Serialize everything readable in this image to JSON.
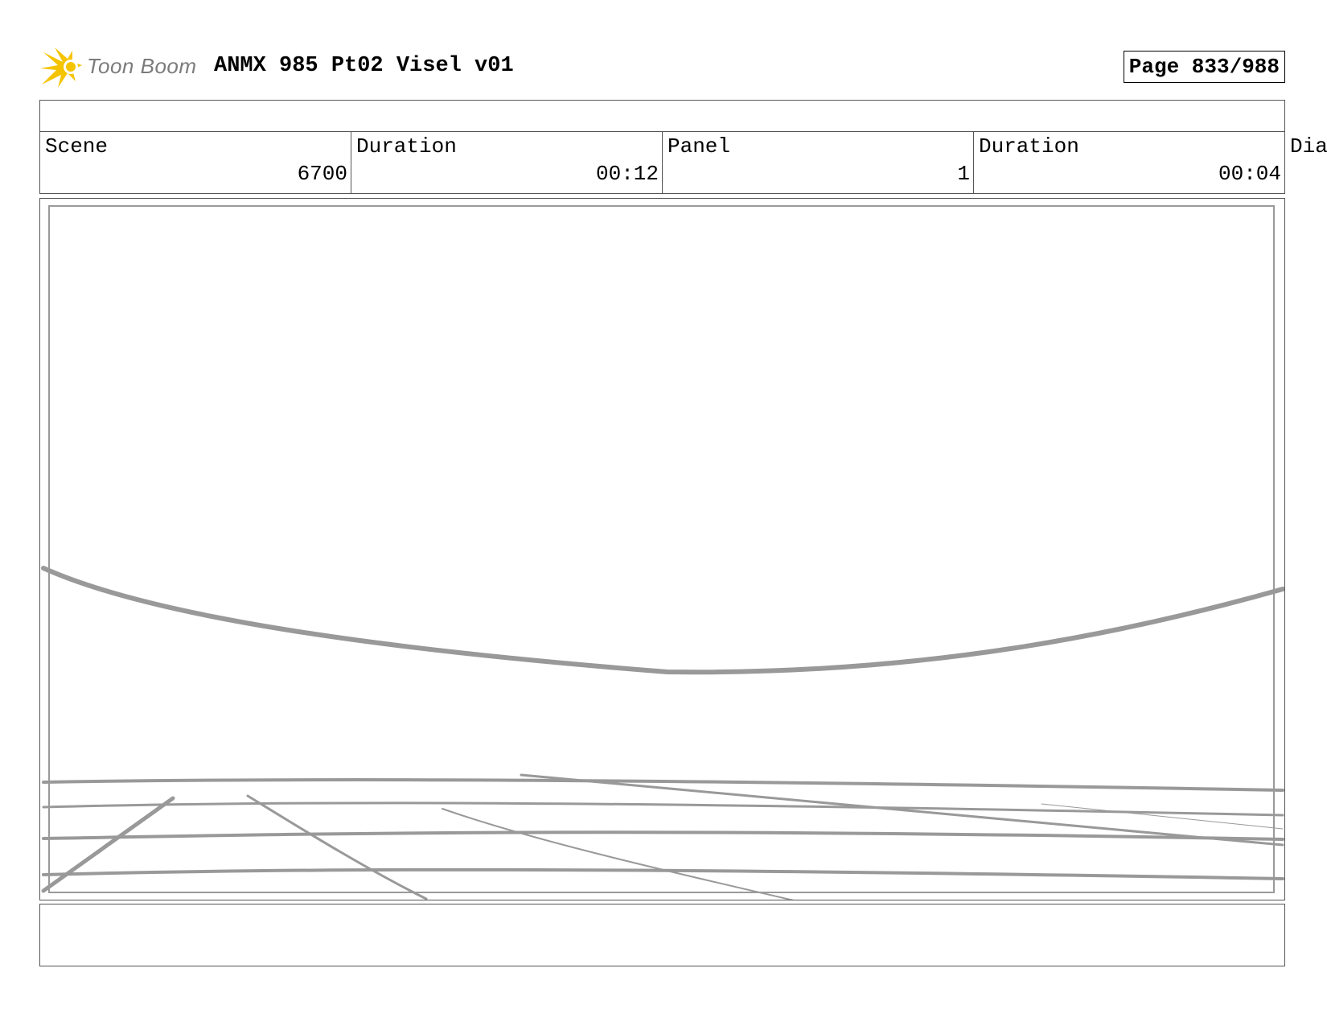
{
  "header": {
    "logo_text": "Toon Boom",
    "doc_title": "ANMX 985 Pt02 Visel v01",
    "page_label": "Page 833/988"
  },
  "info": {
    "scene_label": "Scene",
    "scene_value": "6700",
    "scene_duration_label": "Duration",
    "scene_duration_value": "00:12",
    "panel_label": "Panel",
    "panel_value": "1",
    "panel_duration_label": "Duration",
    "panel_duration_value": "00:04",
    "overflow_label": "Dia"
  },
  "colors": {
    "logo_yellow": "#f5c400",
    "logo_gray": "#7b7b7b",
    "sketch_gray": "#999999"
  },
  "icons": {
    "logo": "starburst-logo-icon"
  }
}
